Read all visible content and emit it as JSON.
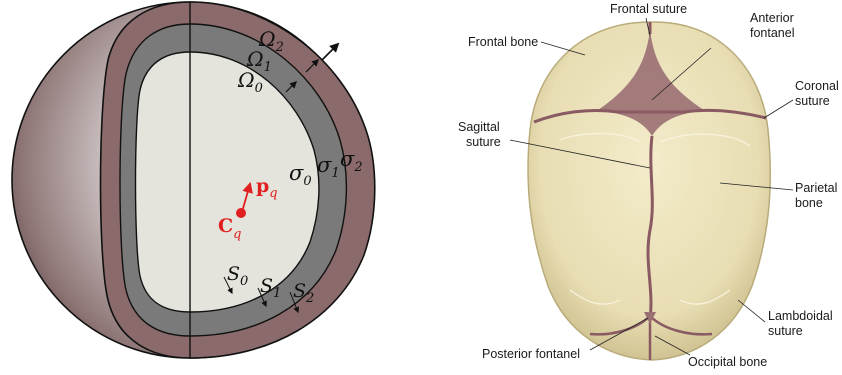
{
  "left_figure": {
    "region_labels": {
      "omega2_base": "Ω",
      "omega2_sub": "2",
      "omega1_base": "Ω",
      "omega1_sub": "1",
      "omega0_base": "Ω",
      "omega0_sub": "0"
    },
    "conductivity_labels": {
      "sigma0_base": "σ",
      "sigma0_sub": "0",
      "sigma1_base": "σ",
      "sigma1_sub": "1",
      "sigma2_base": "σ",
      "sigma2_sub": "2"
    },
    "surface_labels": {
      "s0_base": "S",
      "s0_sub": "0",
      "s1_base": "S",
      "s1_sub": "1",
      "s2_base": "S",
      "s2_sub": "2"
    },
    "dipole": {
      "moment_base": "p",
      "moment_sub": "q",
      "location_base": "C",
      "location_sub": "q",
      "color": "#e02020"
    },
    "colors": {
      "outer_shell": "#8a6a6a",
      "middle_shell": "#7a7a7a",
      "inner_core": "#e4e4dc",
      "sphere_dark": "#4a3535",
      "sphere_light": "#f2f0f0"
    }
  },
  "right_figure": {
    "labels": {
      "frontal_suture": "Frontal suture",
      "anterior_fontanel_1": "Anterior",
      "anterior_fontanel_2": "fontanel",
      "frontal_bone": "Frontal bone",
      "coronal_suture_1": "Coronal",
      "coronal_suture_2": "suture",
      "sagittal_suture_1": "Sagittal",
      "sagittal_suture_2": "suture",
      "parietal_bone_1": "Parietal",
      "parietal_bone_2": "bone",
      "lambdoidal_suture_1": "Lambdoidal",
      "lambdoidal_suture_2": "suture",
      "posterior_fontanel": "Posterior fontanel",
      "occipital_bone": "Occipital bone"
    },
    "colors": {
      "bone": "#ece2bd",
      "bone_shadow": "#c9bc8e",
      "suture": "#8a5a62",
      "fontanel": "#9a6f73"
    }
  }
}
